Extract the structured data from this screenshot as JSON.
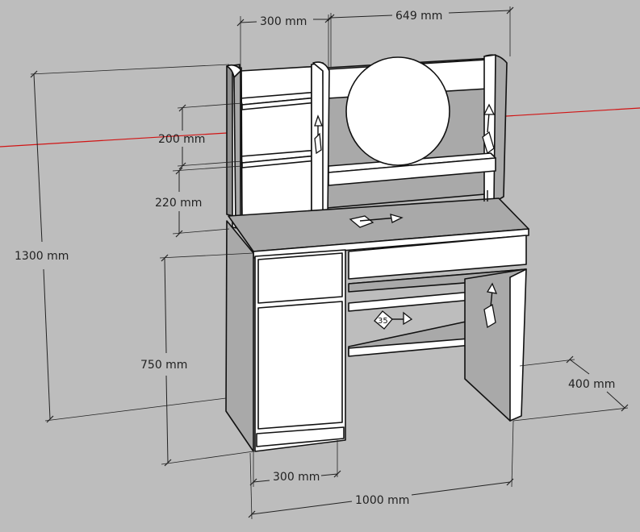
{
  "dimensions": {
    "width_shelf": "300 mm",
    "width_mirror_section": "649 mm",
    "shelf_spacing_upper": "200 mm",
    "shelf_spacing_lower": "220 mm",
    "total_height": "1300 mm",
    "desk_height": "750 mm",
    "depth": "400 mm",
    "cabinet_width": "300 mm",
    "total_width": "1000 mm"
  },
  "colors": {
    "background": "#bdbdbd",
    "red_axis": "#d11414"
  },
  "marker_label": "35"
}
